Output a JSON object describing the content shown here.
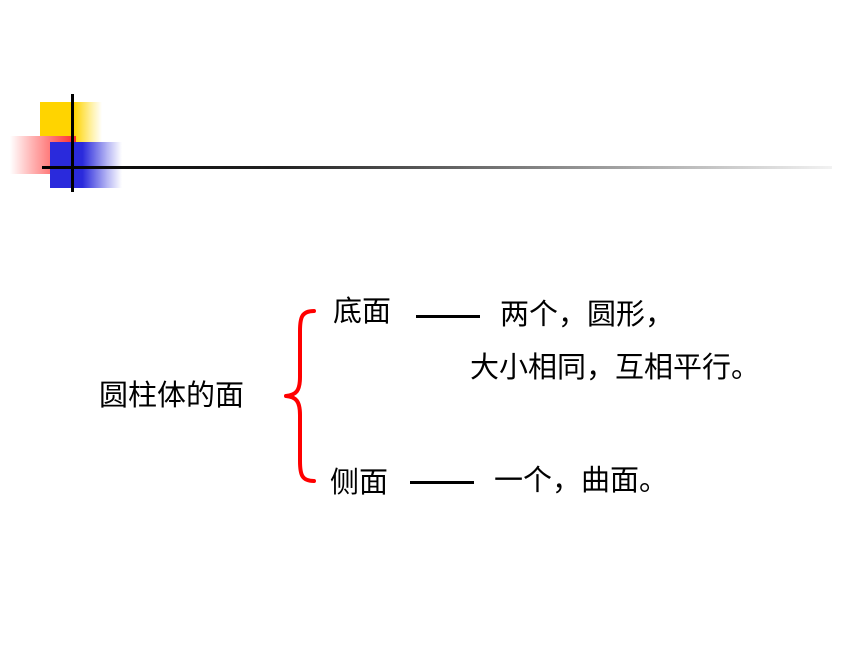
{
  "slide": {
    "main_label": "圆柱体的面",
    "branch_top": {
      "label": "底面",
      "line1": "两个，圆形，",
      "line2": "大小相同，互相平行。"
    },
    "branch_bottom": {
      "label": "侧面",
      "line1": "一个，曲面。"
    }
  },
  "colors": {
    "brace": "#ff0000",
    "text": "#000000",
    "deco_yellow": "#ffd400",
    "deco_red": "#ff2a2a",
    "deco_blue": "#2a2adc"
  }
}
